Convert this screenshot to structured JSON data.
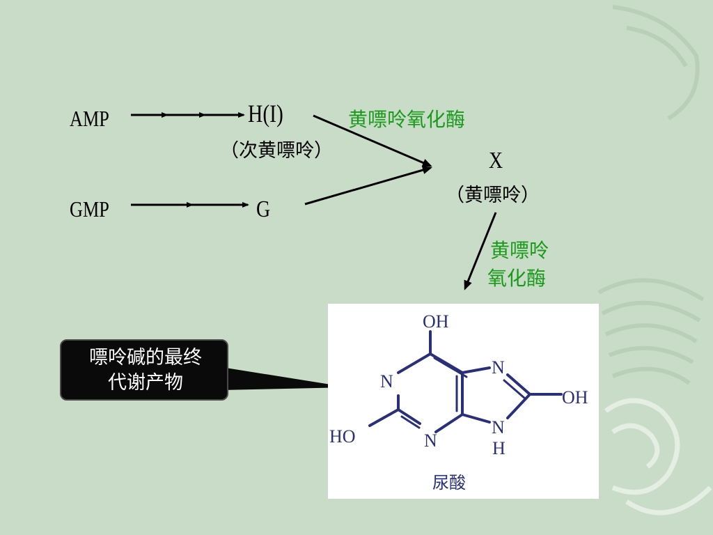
{
  "pathway": {
    "amp": "AMP",
    "gmp": "GMP",
    "h_label": "H(I)",
    "h_name": "（次黄嘌呤）",
    "g_label": "G",
    "x_label": "X",
    "x_name": "（黄嘌呤）",
    "enzyme_top": "黄嘌呤氧化酶",
    "enzyme_side_line1": "黄嘌呤",
    "enzyme_side_line2": "氧化酶"
  },
  "callout": {
    "line1": "嘌呤碱的最终",
    "line2": "代谢产物"
  },
  "structure": {
    "oh_top": "OH",
    "oh_right": "OH",
    "ho_left": "HO",
    "n1": "N",
    "n3": "N",
    "n7": "N",
    "n9": "N",
    "h9": "H",
    "name": "尿酸"
  },
  "colors": {
    "background": "#c9dcc7",
    "enzyme_green": "#1a9a1a",
    "structure_blue": "#2a2f7a",
    "callout_bg": "#0a0a0a"
  }
}
